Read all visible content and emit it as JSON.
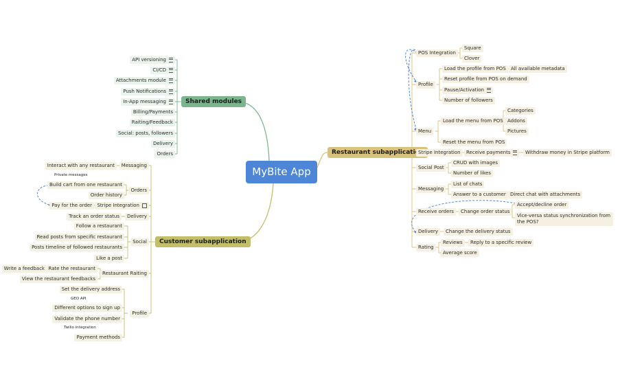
{
  "root": "MyBite App",
  "shared": {
    "title": "Shared modules",
    "items": [
      "API versioning",
      "CI/CD",
      "Attachments module",
      "Push Notifications",
      "In-App messaging",
      "Billing/Payments",
      "Raiting/Feedback",
      "Social: posts, followers",
      "Delivery",
      "Orders"
    ]
  },
  "customer": {
    "title": "Customer subapplication",
    "messaging": {
      "label": "Messaging",
      "children": [
        "Interact with any restaurant",
        "Private messages"
      ]
    },
    "orders": {
      "label": "Orders",
      "children": [
        "Build cart from one restaurant",
        "Order history"
      ]
    },
    "stripe": {
      "label": "Stripe Integration",
      "child": "Pay for the order"
    },
    "delivery": {
      "label": "Delivery",
      "child": "Track an order status"
    },
    "social": {
      "label": "Social",
      "children": [
        "Follow a restaurant",
        "Read posts from specific restaurant",
        "Posts timeline of followed restaurants",
        "Like a post"
      ]
    },
    "rating": {
      "label": "Restaurant Raiting",
      "rate": "Rate the restaurant",
      "write": "Write a feedback",
      "view": "View the restaurant feedbacks"
    },
    "profile": {
      "label": "Profile",
      "children": [
        "Set the delivery address",
        "GEO API",
        "Different options to sign up",
        "Validate the phone number",
        "Twilio integration",
        "Payment methods"
      ]
    }
  },
  "restaurant": {
    "title": "Restaurant subapplication",
    "pos": {
      "label": "POS Integration",
      "children": [
        "Square",
        "Clover"
      ]
    },
    "profile": {
      "label": "Profile",
      "load": "Load the profile from POS",
      "metadata": "All available metadata",
      "reset": "Reset profile from POS on demand",
      "pause": "Pause/Activation",
      "followers": "Number of followers"
    },
    "menu": {
      "label": "Menu",
      "load": "Load the menu from POS",
      "children": [
        "Categories",
        "Addons",
        "Pictures"
      ],
      "reset": "Reset the menu from POS"
    },
    "stripe": {
      "label": "Stripe Integration",
      "receive": "Receive payments",
      "withdraw": "Withdraw money in Stripe platform"
    },
    "social": {
      "label": "Social Post",
      "children": [
        "CRUD with images",
        "Number of likes"
      ]
    },
    "messaging": {
      "label": "Messaging",
      "list": "List of chats",
      "answer": "Answer to a customer",
      "direct": "Direct chat with attachments"
    },
    "orders": {
      "label": "Receive orders",
      "change": "Change order status",
      "accept": "Accept/decline order",
      "sync": "Vice-versa status synchronization from the POS?"
    },
    "delivery": {
      "label": "Delivery",
      "change": "Change the delivery status"
    },
    "rating": {
      "label": "Rating",
      "reviews": "Reviews",
      "reply": "Reply to a specific review",
      "avg": "Average score"
    }
  },
  "colors": {
    "root": "#4d86d6",
    "shared": "#7cb58d",
    "customer": "#c2be6a",
    "restaurant": "#d9c37c",
    "dashed": "#4d86d6"
  }
}
